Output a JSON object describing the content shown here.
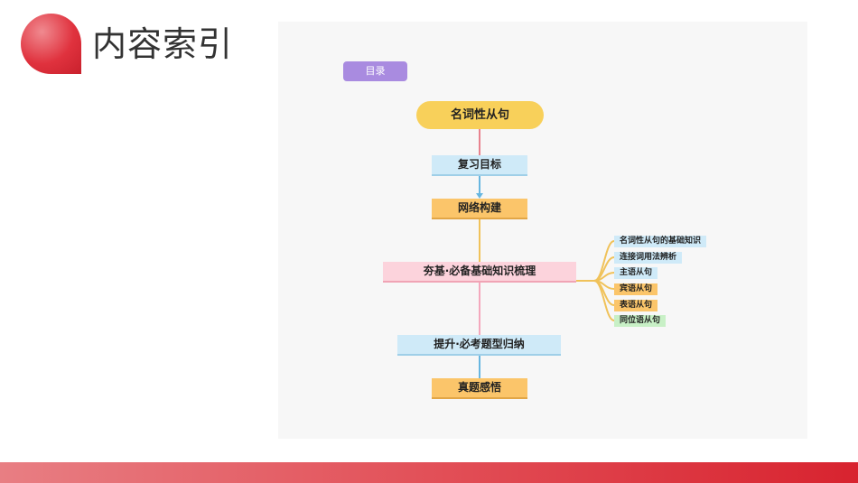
{
  "header": {
    "title": "内容索引"
  },
  "diagram": {
    "tag": "目录",
    "root": "名词性从句",
    "nodes": [
      {
        "label": "复习目标",
        "color": "blue"
      },
      {
        "label": "网络构建",
        "color": "orange"
      },
      {
        "label": "夯基·必备基础知识梳理",
        "color": "pink"
      },
      {
        "label": "提升·必考题型归纳",
        "color": "blue"
      },
      {
        "label": "真题感悟",
        "color": "orange"
      }
    ],
    "branches": [
      {
        "label": "名词性从句的基础知识",
        "color": "blue"
      },
      {
        "label": "连接词用法辨析",
        "color": "blue"
      },
      {
        "label": "主语从句",
        "color": "blue"
      },
      {
        "label": "宾语从句",
        "color": "orange"
      },
      {
        "label": "表语从句",
        "color": "orange"
      },
      {
        "label": "同位语从句",
        "color": "green"
      }
    ]
  },
  "colors": {
    "accent_red": "#e0323e",
    "tag_purple": "#a98be0",
    "root_yellow": "#f8d05a"
  }
}
